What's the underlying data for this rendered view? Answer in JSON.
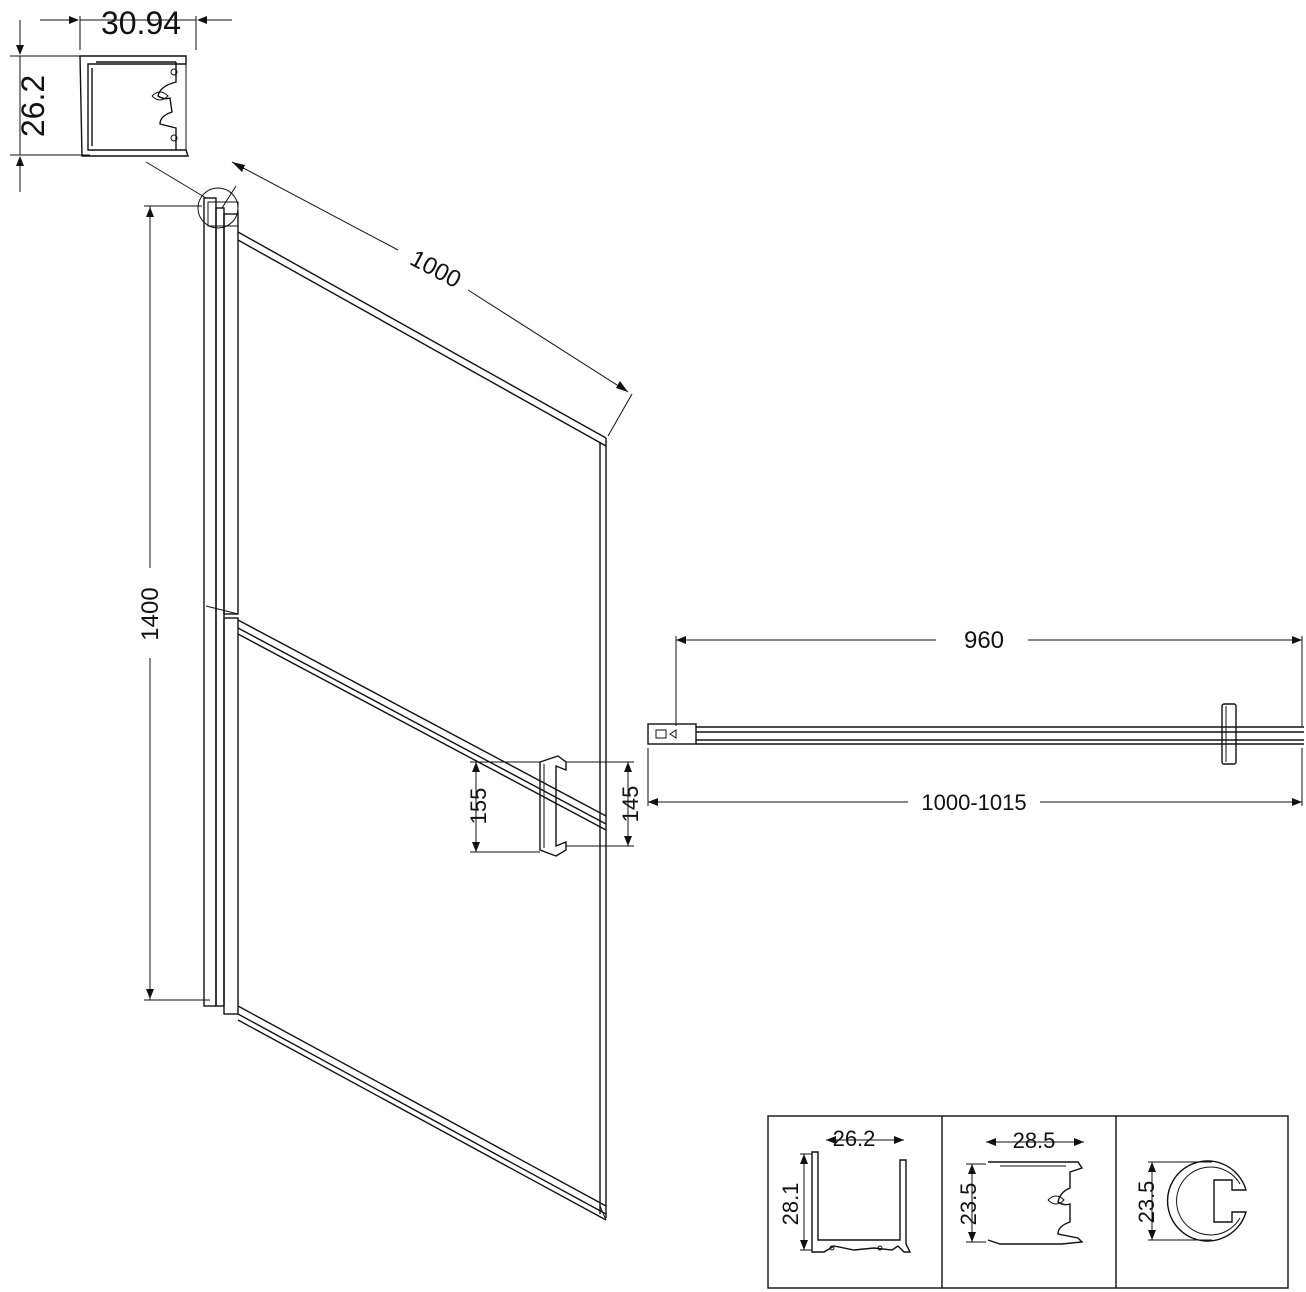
{
  "dimensions": {
    "top_profile_width": "30.94",
    "top_profile_height": "26.2",
    "panel_width": "1000",
    "panel_height": "1400",
    "handle_outer": "155",
    "handle_inner": "145",
    "plan_inner": "960",
    "plan_range": "1000-1015"
  },
  "profiles": {
    "channel": {
      "width": "26.2",
      "height": "28.1"
    },
    "hinge": {
      "width": "28.5",
      "height": "23.5"
    },
    "round": {
      "diameter": "23.5"
    }
  },
  "colors": {
    "line": "#111111",
    "background": "#ffffff"
  }
}
